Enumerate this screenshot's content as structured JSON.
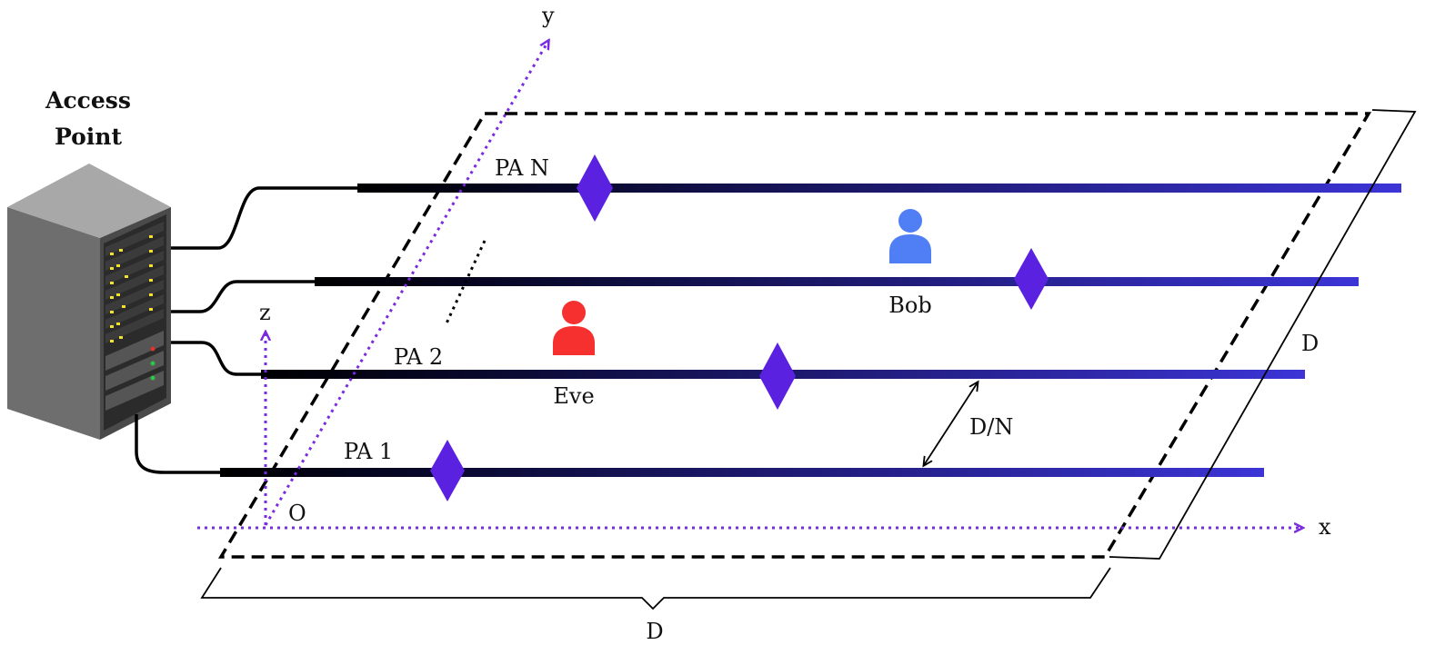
{
  "access_point": {
    "line1": "Access",
    "line2": "Point",
    "icon": "server-rack-icon"
  },
  "axes": {
    "x": "x",
    "y": "y",
    "z": "z",
    "origin": "O"
  },
  "waveguides": [
    {
      "label": "PA 1"
    },
    {
      "label": "PA 2"
    },
    {
      "label": ""
    },
    {
      "label": "PA N"
    }
  ],
  "users": {
    "eve": {
      "label": "Eve",
      "color": "#f5302e",
      "icon": "user-icon"
    },
    "bob": {
      "label": "Bob",
      "color": "#4f7ef5",
      "icon": "user-icon"
    }
  },
  "dimensions": {
    "spacing": "D/N",
    "width": "D",
    "depth": "D"
  },
  "colors": {
    "axis": "#7a2be0",
    "antenna": "#5a22e0",
    "waveguide_start": "#000000",
    "waveguide_end": "#3c34d6",
    "region_border": "#000000"
  }
}
